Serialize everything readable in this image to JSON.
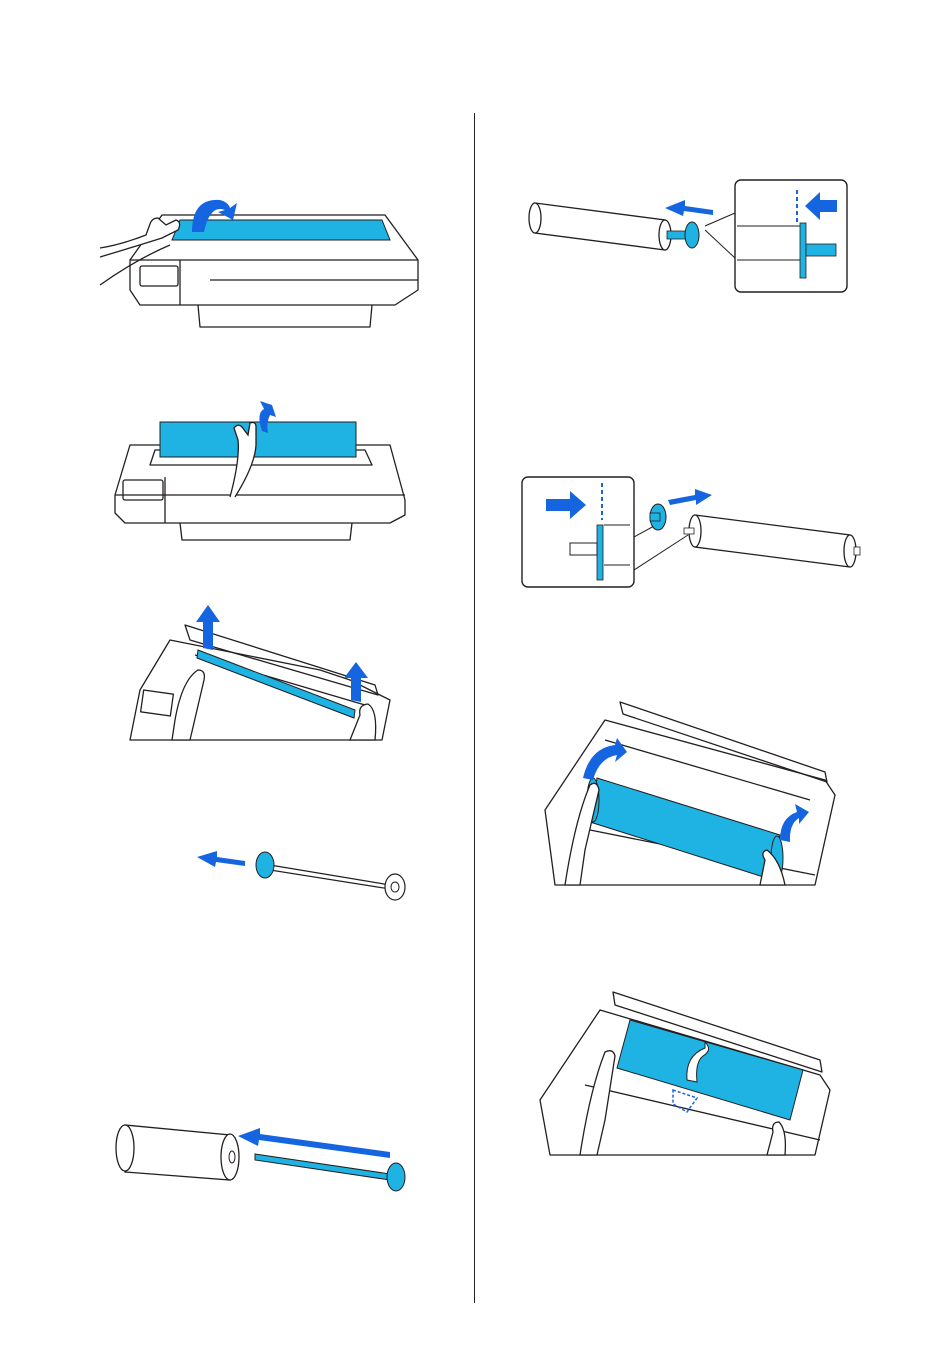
{
  "page": {
    "accent": "#1fb3e3",
    "arrow": "#1565e0",
    "line": "#231f20"
  },
  "figures": [
    {
      "id": "open-roll-cover",
      "icon": "printer-open-cover"
    },
    {
      "id": "lift-cover",
      "icon": "printer-lift-cover"
    },
    {
      "id": "raise-spindle",
      "icon": "spindle-lift"
    },
    {
      "id": "remove-flange",
      "icon": "spindle-flange-remove"
    },
    {
      "id": "insert-spindle",
      "icon": "spindle-insert"
    },
    {
      "id": "attach-flange-left",
      "icon": "flange-attach"
    },
    {
      "id": "attach-flange-right",
      "icon": "flange-attach-2"
    },
    {
      "id": "load-roll",
      "icon": "roll-load"
    },
    {
      "id": "feed-paper",
      "icon": "paper-feed"
    }
  ]
}
